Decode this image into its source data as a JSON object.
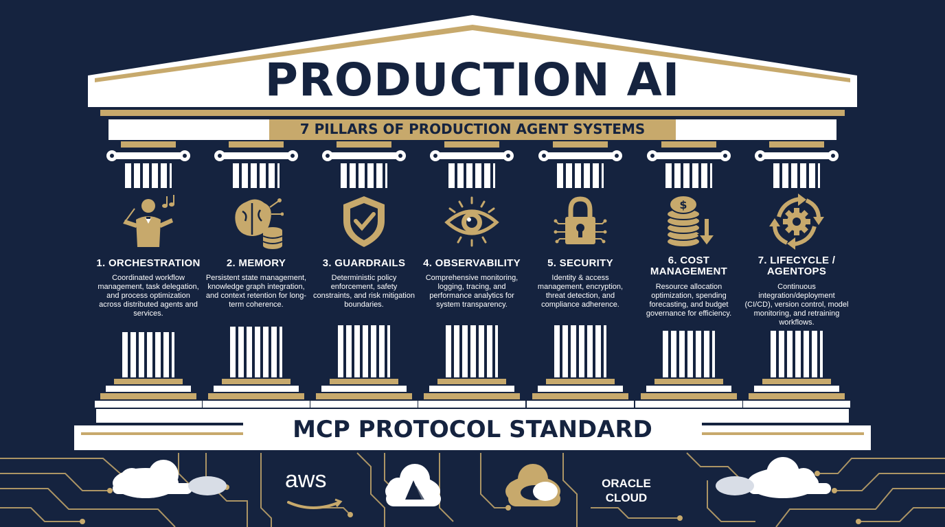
{
  "header": {
    "title": "PRODUCTION AI",
    "subtitle": "7 PILLARS OF PRODUCTION AGENT SYSTEMS"
  },
  "pillars": [
    {
      "title": "1. ORCHESTRATION",
      "description": "Coordinated workflow management, task delegation, and process optimization across distributed agents and services.",
      "icon": "conductor-icon"
    },
    {
      "title": "2. MEMORY",
      "description": "Persistent state management, knowledge graph integration, and context retention for long-term coherence.",
      "icon": "brain-database-icon"
    },
    {
      "title": "3. GUARDRAILS",
      "description": "Deterministic policy enforcement, safety constraints, and risk mitigation boundaries.",
      "icon": "shield-check-icon"
    },
    {
      "title": "4. OBSERVABILITY",
      "description": "Comprehensive monitoring, logging, tracing, and performance analytics for system transparency.",
      "icon": "eye-icon"
    },
    {
      "title": "5. SECURITY",
      "description": "Identity & access management, encryption, threat detection, and compliance adherence.",
      "icon": "padlock-icon"
    },
    {
      "title": "6. COST MANAGEMENT",
      "description": "Resource allocation optimization, spending forecasting, and budget governance for efficiency.",
      "icon": "coins-down-icon"
    },
    {
      "title": "7. LIFECYCLE / AGENTOPS",
      "description": "Continuous integration/deployment (CI/CD), version control, model monitoring, and retraining workflows.",
      "icon": "gear-cycle-icon"
    }
  ],
  "foundation": {
    "label": "MCP PROTOCOL STANDARD"
  },
  "providers": {
    "aws": "aws",
    "oracle": "ORACLE CLOUD"
  },
  "colors": {
    "navy": "#15233f",
    "gold": "#c7a96c",
    "white": "#ffffff"
  }
}
